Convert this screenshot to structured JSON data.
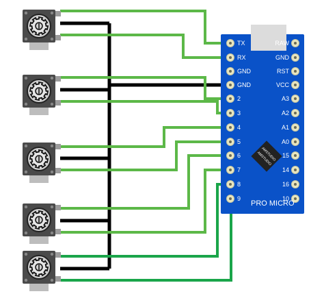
{
  "board": {
    "name": "PRO MICRO",
    "chip_label_1": "AMSTUDIO",
    "chip_label_2": "AMSTUDIO",
    "left_pins": [
      "TX",
      "RX",
      "GND",
      "GND",
      "2",
      "3",
      "4",
      "5",
      "6",
      "7",
      "8",
      "9"
    ],
    "right_pins": [
      "RAW",
      "GND",
      "RST",
      "VCC",
      "A3",
      "A2",
      "A1",
      "A0",
      "15",
      "14",
      "16",
      "10"
    ]
  },
  "colors": {
    "board": "#0a52c8",
    "pad": "#e8e6c0",
    "wire_signal": "#5cb848",
    "wire_ground": "#000000",
    "wire_extra": "#1aa54a",
    "usb": "#dcdcdc",
    "pot_body": "#4a4a4a",
    "pot_face": "#cfcfcf"
  },
  "potentiometers": [
    {
      "id": "pot-1"
    },
    {
      "id": "pot-2"
    },
    {
      "id": "pot-3"
    },
    {
      "id": "pot-4"
    },
    {
      "id": "pot-5"
    }
  ]
}
